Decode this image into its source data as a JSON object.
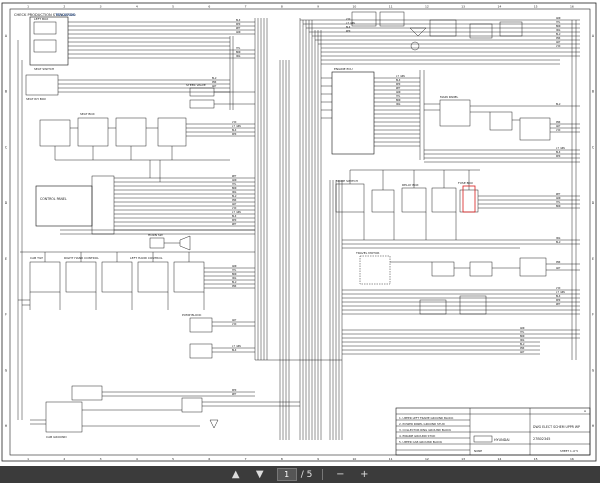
{
  "document": {
    "top_note": "CHECK PRODUCTION STANDARDS:",
    "top_note_ref": "PSV-00000",
    "col_numbers": [
      "1",
      "2",
      "3",
      "4",
      "5",
      "6",
      "7",
      "8",
      "9",
      "10",
      "11",
      "12",
      "13",
      "14",
      "15",
      "16"
    ],
    "row_letters": [
      "A",
      "B",
      "C",
      "D",
      "E",
      "F",
      "G",
      "H"
    ],
    "blocks": {
      "left_box": "LEFT BOX",
      "seat_switch": "SEAT SWITCH",
      "seat_rh_box": "SEAT RH BOX",
      "seat_box": "SEAT BOX",
      "control_panel": "CONTROL PANEL",
      "horn_sw": "HORN SW",
      "cab_tilt": "CAB TILT",
      "right_hand_ctrl": "RIGHT HAND CONTROL",
      "left_hand_ctrl": "LEFT HAND CONTROL",
      "pump_block": "PUMP BLOCK",
      "engine_ecu": "ENGINE ECU",
      "travel_motor": "TRAVEL MOTOR",
      "cab_ground": "CAB GROUND",
      "fuse_box": "FUSE BOX",
      "relay_box": "RELAY BOX",
      "steer_valve": "STEER VALVE",
      "mode_switch": "MODE SWITCH",
      "main_panel": "MAIN PANEL"
    },
    "wire_labels": [
      "BLK",
      "RED",
      "WHT",
      "GRN",
      "YEL",
      "BRN",
      "ORG",
      "BLU",
      "PNK",
      "GRY",
      "VIO",
      "LT GRN"
    ],
    "ground_notes": [
      "1. UPPER LEFT FRAME GROUND BLOCK",
      "2. POWER PANEL GROUND STUD",
      "3. COLLECTOR RING GROUND BLOCK",
      "4. ENGINE GROUND STUD",
      "5. UPPER CAB GROUND BLOCK"
    ],
    "title_block": {
      "company": "HYUNDAI",
      "title": "DWG ELECT SCHEM UPPR WP",
      "dwg_no": "27B02345",
      "sheet": "SHEET 1 of 5",
      "scale": "NONE",
      "rev": "A"
    }
  },
  "toolbar": {
    "page_current": "1",
    "page_total": "/ 5",
    "prev_icon": "up-arrow",
    "next_icon": "down-arrow",
    "zoom_out_icon": "minus",
    "zoom_in_icon": "plus"
  }
}
